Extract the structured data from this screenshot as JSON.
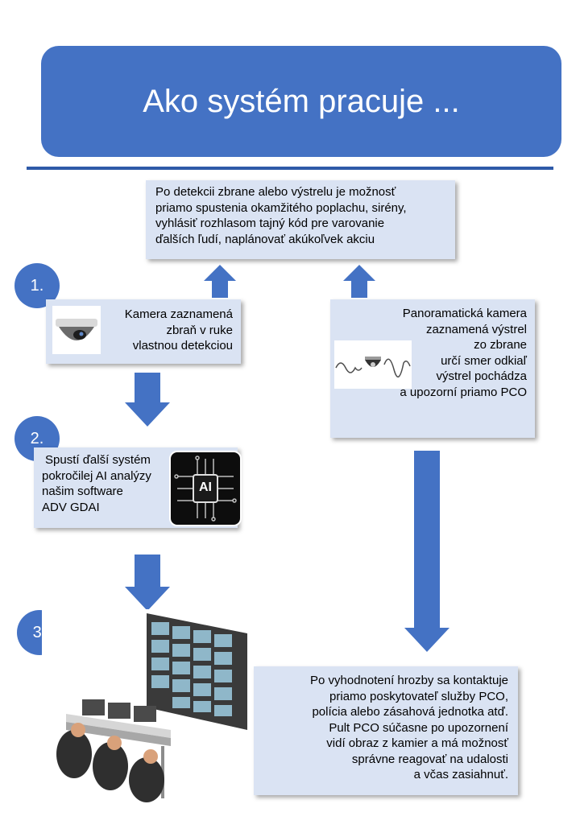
{
  "header": {
    "title": "Ako systém pracuje ..."
  },
  "top_box": {
    "lines": [
      "Po detekcii zbrane alebo výstrelu je možnosť",
      "priamo spustenia okamžitého poplachu, sirény,",
      "vyhlásiť rozhlasom tajný kód pre varovanie",
      "ďalších ľudí, naplánovať akúkoľvek akciu"
    ]
  },
  "steps": {
    "step1": {
      "number": "1.",
      "lines": [
        "Kamera zaznamená",
        "zbraň v ruke",
        "vlastnou detekciou"
      ]
    },
    "step2": {
      "number": "2.",
      "lines": [
        "Spustí ďalší systém",
        "pokročilej AI analýzy",
        "našim software",
        "ADV GDAI"
      ]
    },
    "step3": {
      "number": "3."
    }
  },
  "panoramic_box": {
    "lines": [
      "Panoramatická kamera",
      "zaznamená výstrel",
      "zo zbrane",
      "určí smer odkiaľ",
      "výstrel pochádza",
      "a upozorní  priamo PCO"
    ]
  },
  "result_box": {
    "lines": [
      "Po vyhodnotení hrozby sa kontaktuje",
      "priamo poskytovateľ služby PCO,",
      "polícia alebo zásahová jednotka atď.",
      "Pult PCO súčasne po upozornení",
      "vidí obraz z kamier a má možnosť",
      "správne reagovať na udalosti",
      "a včas zasiahnuť."
    ]
  },
  "ai_chip": {
    "label": "AI"
  },
  "colors": {
    "accent": "#4472c4",
    "box": "#dae3f3"
  },
  "icons": [
    "dome-camera-icon",
    "ai-chip-icon",
    "panoramic-camera-icon",
    "control-room-icon"
  ]
}
